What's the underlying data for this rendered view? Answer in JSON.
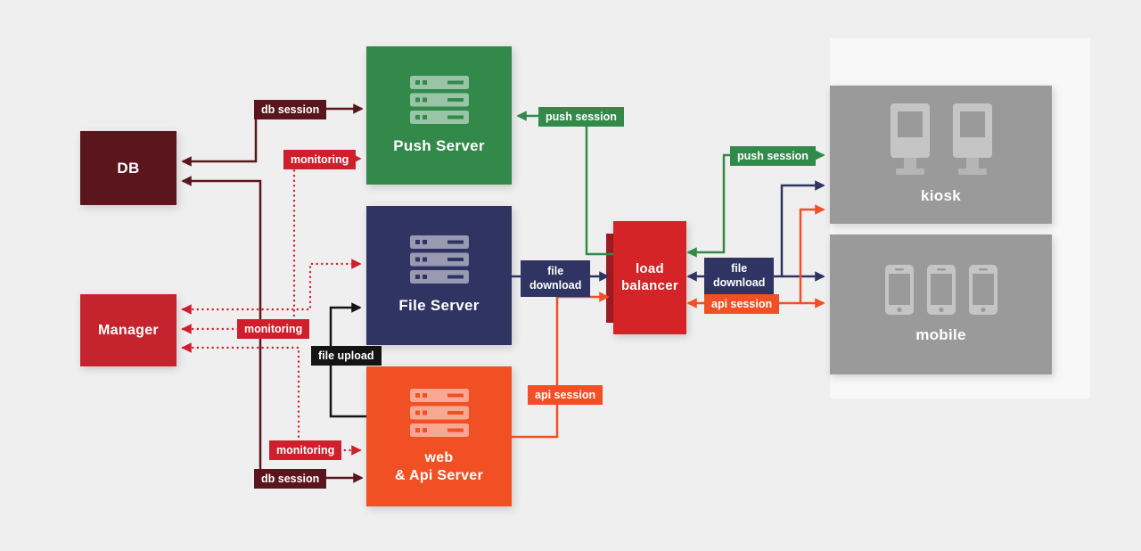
{
  "diagram": {
    "nodes": {
      "db": {
        "label": "DB"
      },
      "manager": {
        "label": "Manager"
      },
      "push_server": {
        "label": "Push Server"
      },
      "file_server": {
        "label": "File Server"
      },
      "web_api_server": {
        "line1": "web",
        "line2": "& Api Server"
      },
      "load_balancer": {
        "line1": "load",
        "line2": "balancer"
      },
      "kiosk": {
        "label": "kiosk"
      },
      "mobile": {
        "label": "mobile"
      }
    },
    "edge_labels": {
      "db_session": "db session",
      "monitoring": "monitoring",
      "push_session": "push session",
      "file_download_line1": "file",
      "file_download_line2": "download",
      "api_session": "api session",
      "file_upload": "file upload"
    },
    "colors": {
      "background": "#f0eff0",
      "panel": "#f8f8f8",
      "maroon": "#5a161c",
      "monitoring_red": "#cf1f2d",
      "manager_red": "#c5242f",
      "load_balancer_red": "#d42428",
      "load_balancer_strip": "#9e1c22",
      "green": "#33894a",
      "navy": "#2f3463",
      "orange": "#f15025",
      "black": "#141414",
      "device_gray": "#9a9a9a"
    }
  }
}
